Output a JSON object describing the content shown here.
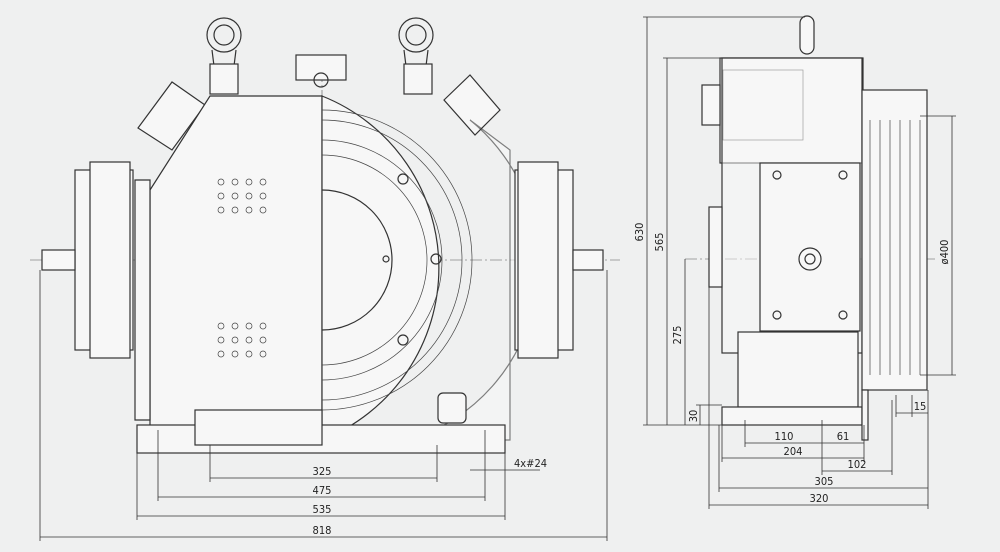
{
  "drawing": {
    "front_view": {
      "dimensions": {
        "bolt_spacing_inner": "325",
        "bolt_spacing_outer": "475",
        "base_width": "535",
        "overall_width": "818",
        "mounting_holes": "4x#24"
      }
    },
    "side_view": {
      "dimensions": {
        "overall_height": "630",
        "body_height": "565",
        "shaft_height": "275",
        "base_thickness": "30",
        "sheave_diameter": "ø400",
        "hole_spacing": "110",
        "hole_offset": "61",
        "base_depth": "204",
        "sheave_offset": "102",
        "depth_to_sheave": "305",
        "overall_depth": "320",
        "groove_pitch": "15"
      }
    }
  }
}
